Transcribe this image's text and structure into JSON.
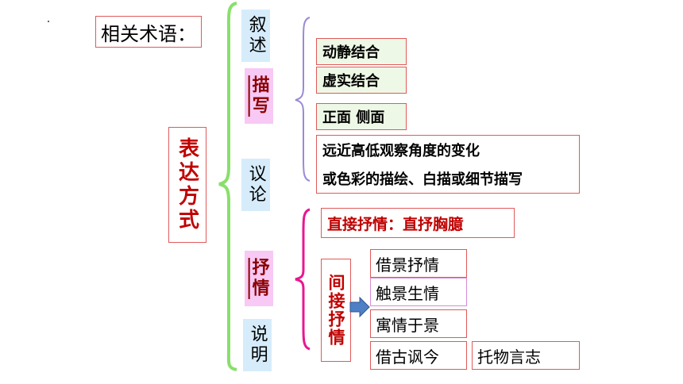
{
  "title": "相关术语：",
  "main_method": "表达方式",
  "methods": [
    "叙述",
    "描写",
    "议论",
    "抒情",
    "说明"
  ],
  "description_techniques": [
    "动静结合",
    "虚实结合",
    "正面 侧面",
    "远近高低观察角度的变化",
    "或色彩的描绘、白描或细节描写"
  ],
  "lyric": {
    "direct": "直接抒情：直抒胸臆",
    "indirect": "间接抒情",
    "indirect_types": [
      "借景抒情",
      "触景生情",
      "寓情于景",
      "借古讽今",
      "托物言志"
    ]
  }
}
